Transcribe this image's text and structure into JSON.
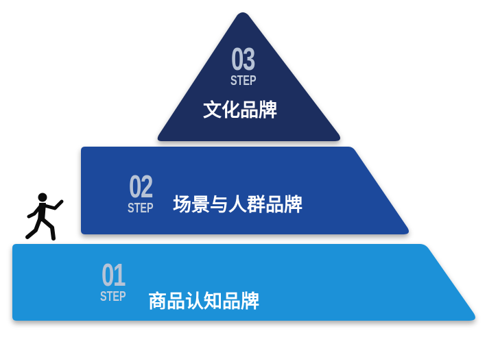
{
  "tiers": [
    {
      "step_number": "03",
      "step_word": "STEP",
      "label": "文化品牌",
      "color": "#1d2f5e"
    },
    {
      "step_number": "02",
      "step_word": "STEP",
      "label": "场景与人群品牌",
      "color": "#1d4a9c"
    },
    {
      "step_number": "01",
      "step_word": "STEP",
      "label": "商品认知品牌",
      "color": "#1d91d8"
    }
  ],
  "icons": {
    "figure": "walking-person-icon"
  }
}
